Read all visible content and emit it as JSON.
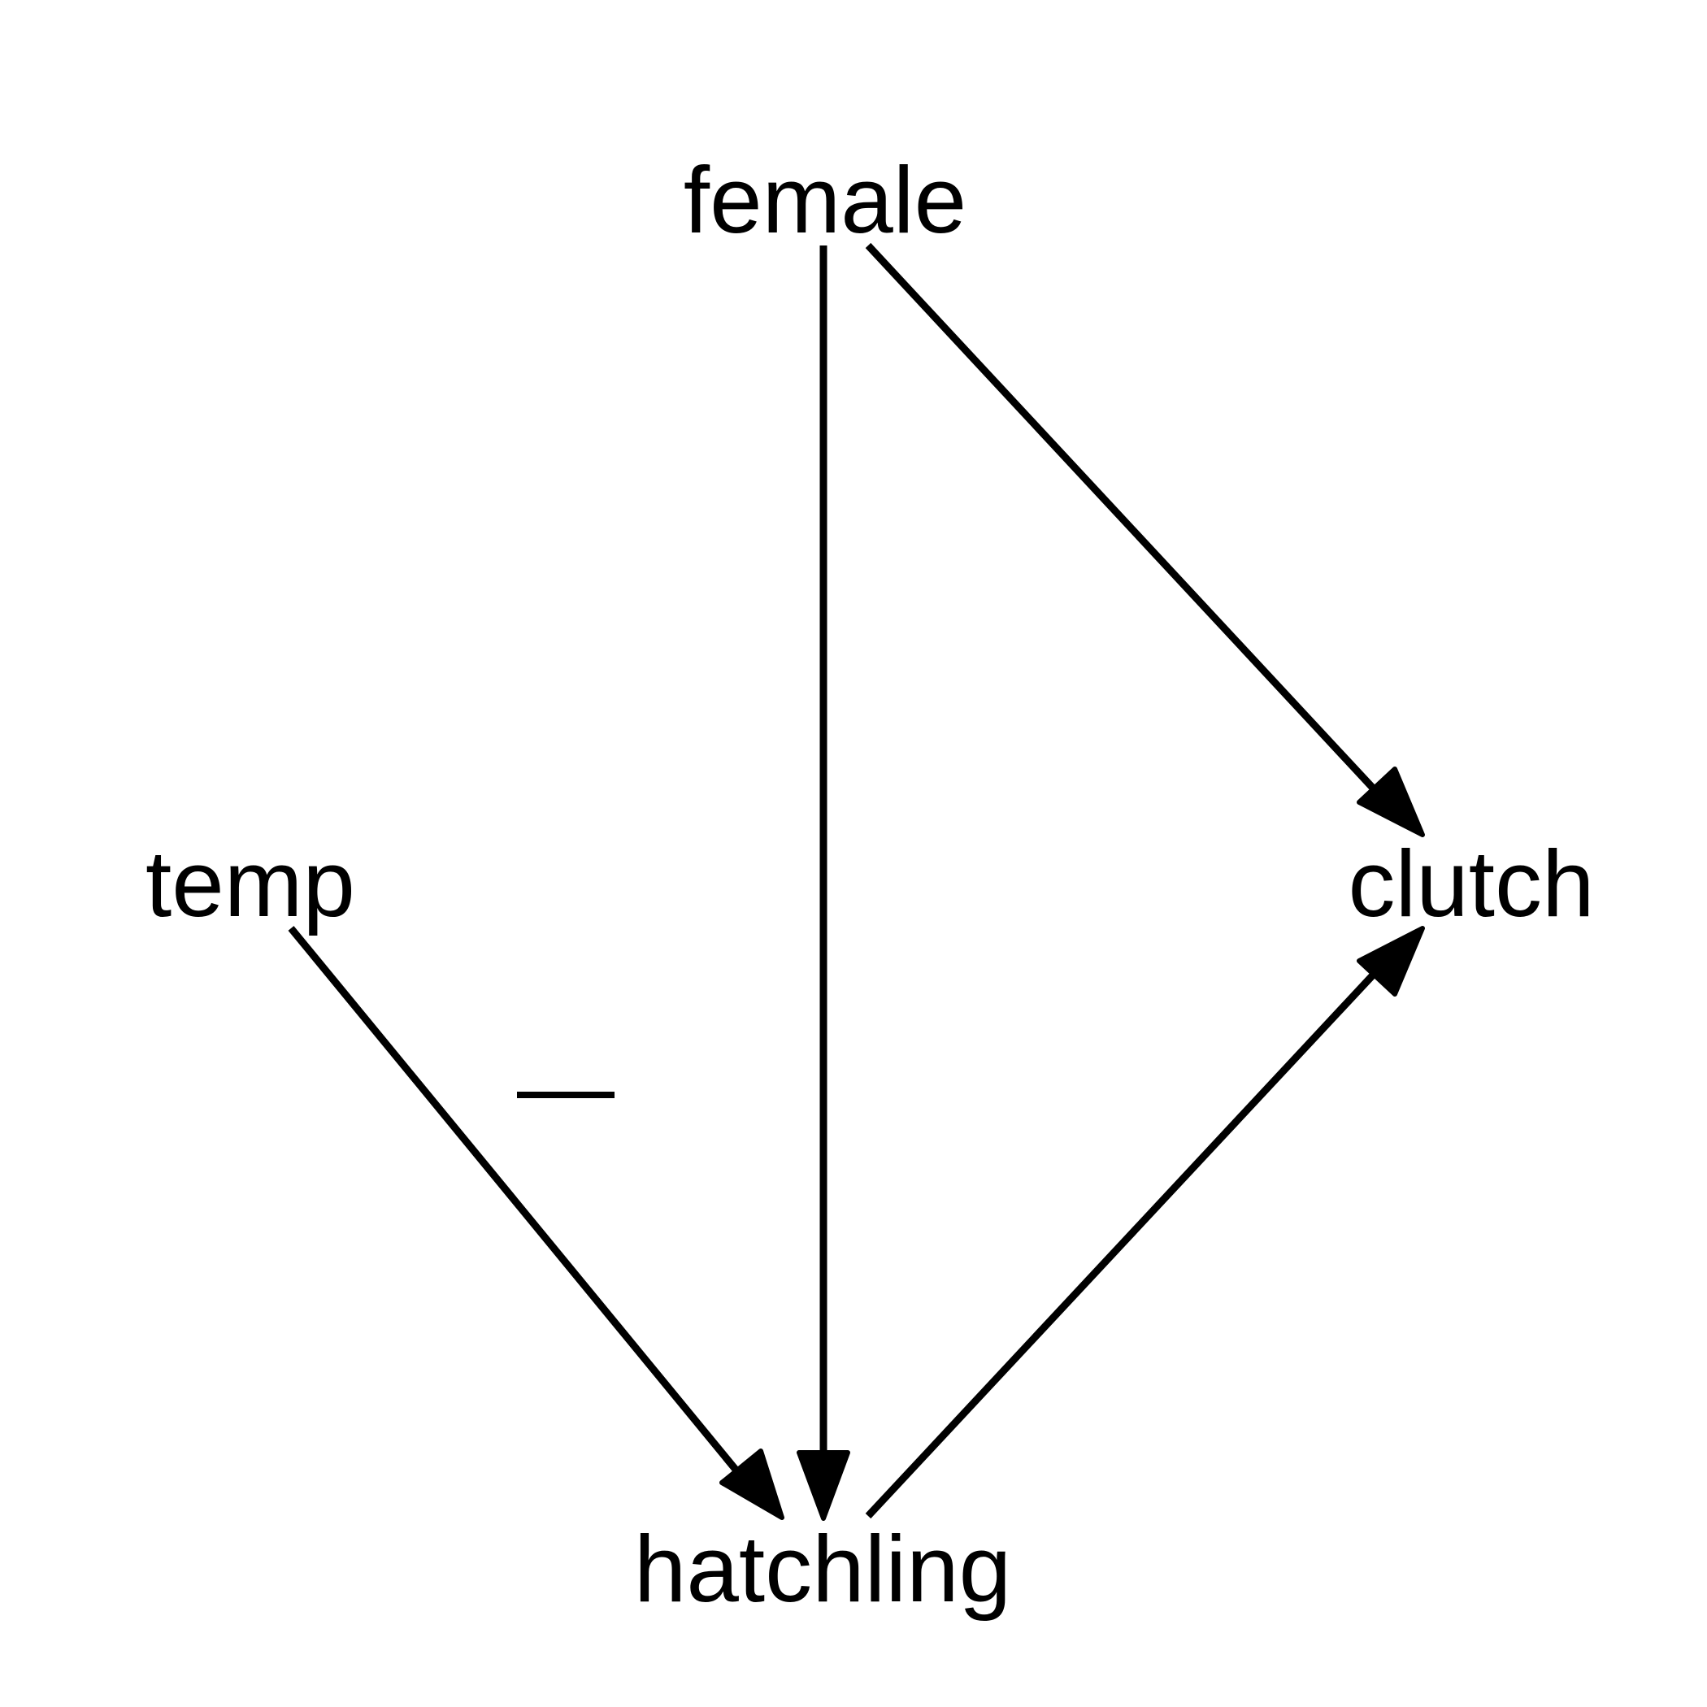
{
  "diagram": {
    "nodes": [
      {
        "id": "female",
        "label": "female"
      },
      {
        "id": "temp",
        "label": "temp"
      },
      {
        "id": "clutch",
        "label": "clutch"
      },
      {
        "id": "hatchling",
        "label": "hatchling"
      }
    ],
    "edges": [
      {
        "from": "female",
        "to": "hatchling",
        "sign": ""
      },
      {
        "from": "female",
        "to": "clutch",
        "sign": ""
      },
      {
        "from": "temp",
        "to": "hatchling",
        "sign": "negative"
      },
      {
        "from": "hatchling",
        "to": "clutch",
        "sign": ""
      }
    ],
    "colors": {
      "stroke": "#000000",
      "background": "#ffffff"
    }
  }
}
